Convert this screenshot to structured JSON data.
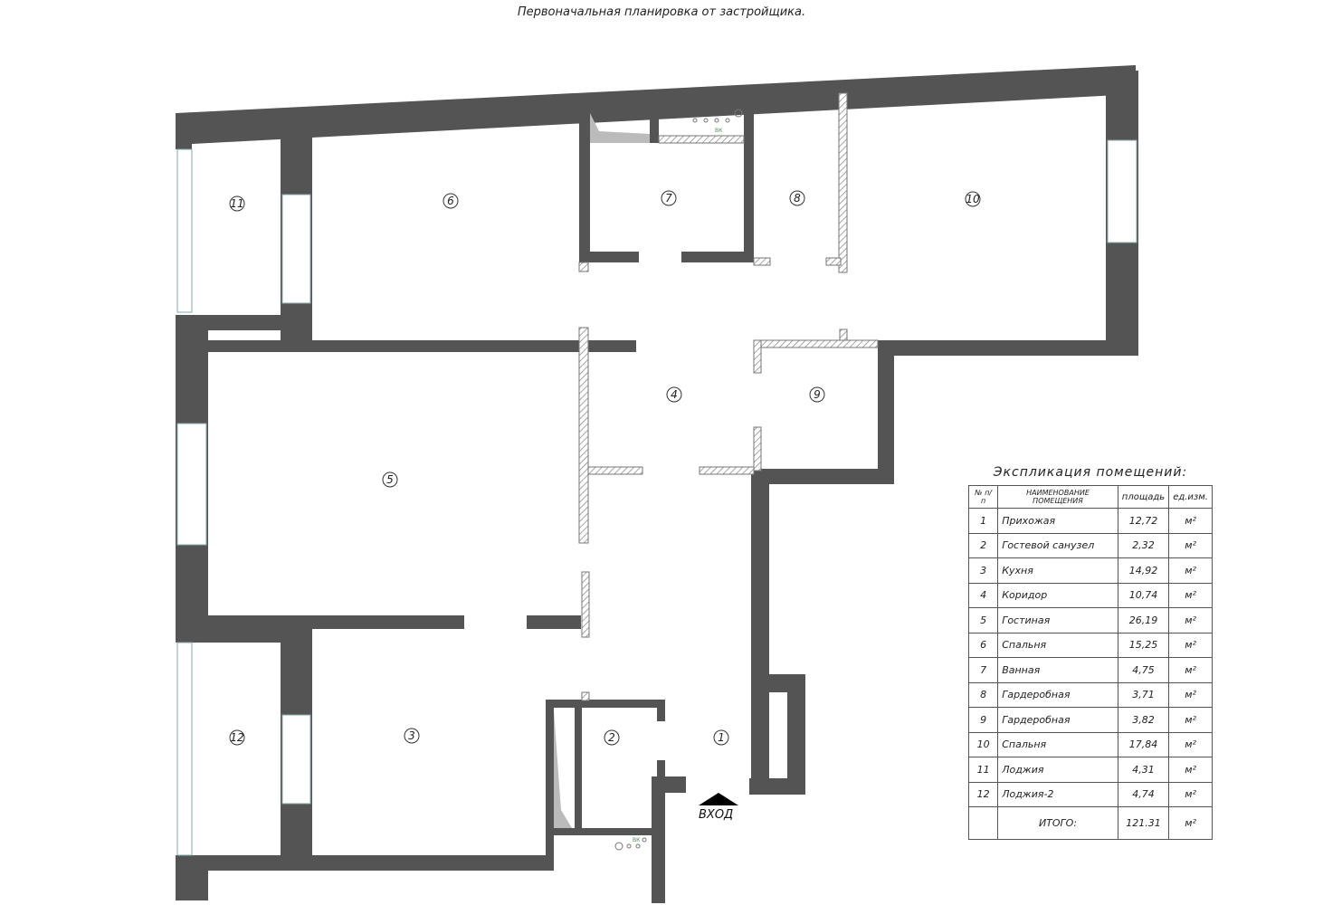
{
  "title": "Первоначальная планировка от застройщика.",
  "entrance_label": "ВХОД",
  "fixture_label": "ВК",
  "room_markers": [
    "1",
    "2",
    "3",
    "4",
    "5",
    "6",
    "7",
    "8",
    "9",
    "10",
    "11",
    "12"
  ],
  "explication": {
    "title": "Экспликация помещений:",
    "headers": {
      "no": "№ п/п",
      "name": "НАИМЕНОВАНИЕ ПОМЕЩЕНИЯ",
      "area": "площадь",
      "unit": "ед.изм."
    },
    "rows": [
      {
        "no": "1",
        "name": "Прихожая",
        "area": "12,72",
        "unit": "м²"
      },
      {
        "no": "2",
        "name": "Гостевой санузел",
        "area": "2,32",
        "unit": "м²"
      },
      {
        "no": "3",
        "name": "Кухня",
        "area": "14,92",
        "unit": "м²"
      },
      {
        "no": "4",
        "name": "Коридор",
        "area": "10,74",
        "unit": "м²"
      },
      {
        "no": "5",
        "name": "Гостиная",
        "area": "26,19",
        "unit": "м²"
      },
      {
        "no": "6",
        "name": "Спальня",
        "area": "15,25",
        "unit": "м²"
      },
      {
        "no": "7",
        "name": "Ванная",
        "area": "4,75",
        "unit": "м²"
      },
      {
        "no": "8",
        "name": "Гардеробная",
        "area": "3,71",
        "unit": "м²"
      },
      {
        "no": "9",
        "name": "Гардеробная",
        "area": "3,82",
        "unit": "м²"
      },
      {
        "no": "10",
        "name": "Спальня",
        "area": "17,84",
        "unit": "м²"
      },
      {
        "no": "11",
        "name": "Лоджия",
        "area": "4,31",
        "unit": "м²"
      },
      {
        "no": "12",
        "name": "Лоджия-2",
        "area": "4,74",
        "unit": "м²"
      }
    ],
    "total": {
      "label": "ИТОГО:",
      "area": "121.31",
      "unit": "м²"
    }
  },
  "colors": {
    "wall": "#545454",
    "hatch": "#888888"
  }
}
